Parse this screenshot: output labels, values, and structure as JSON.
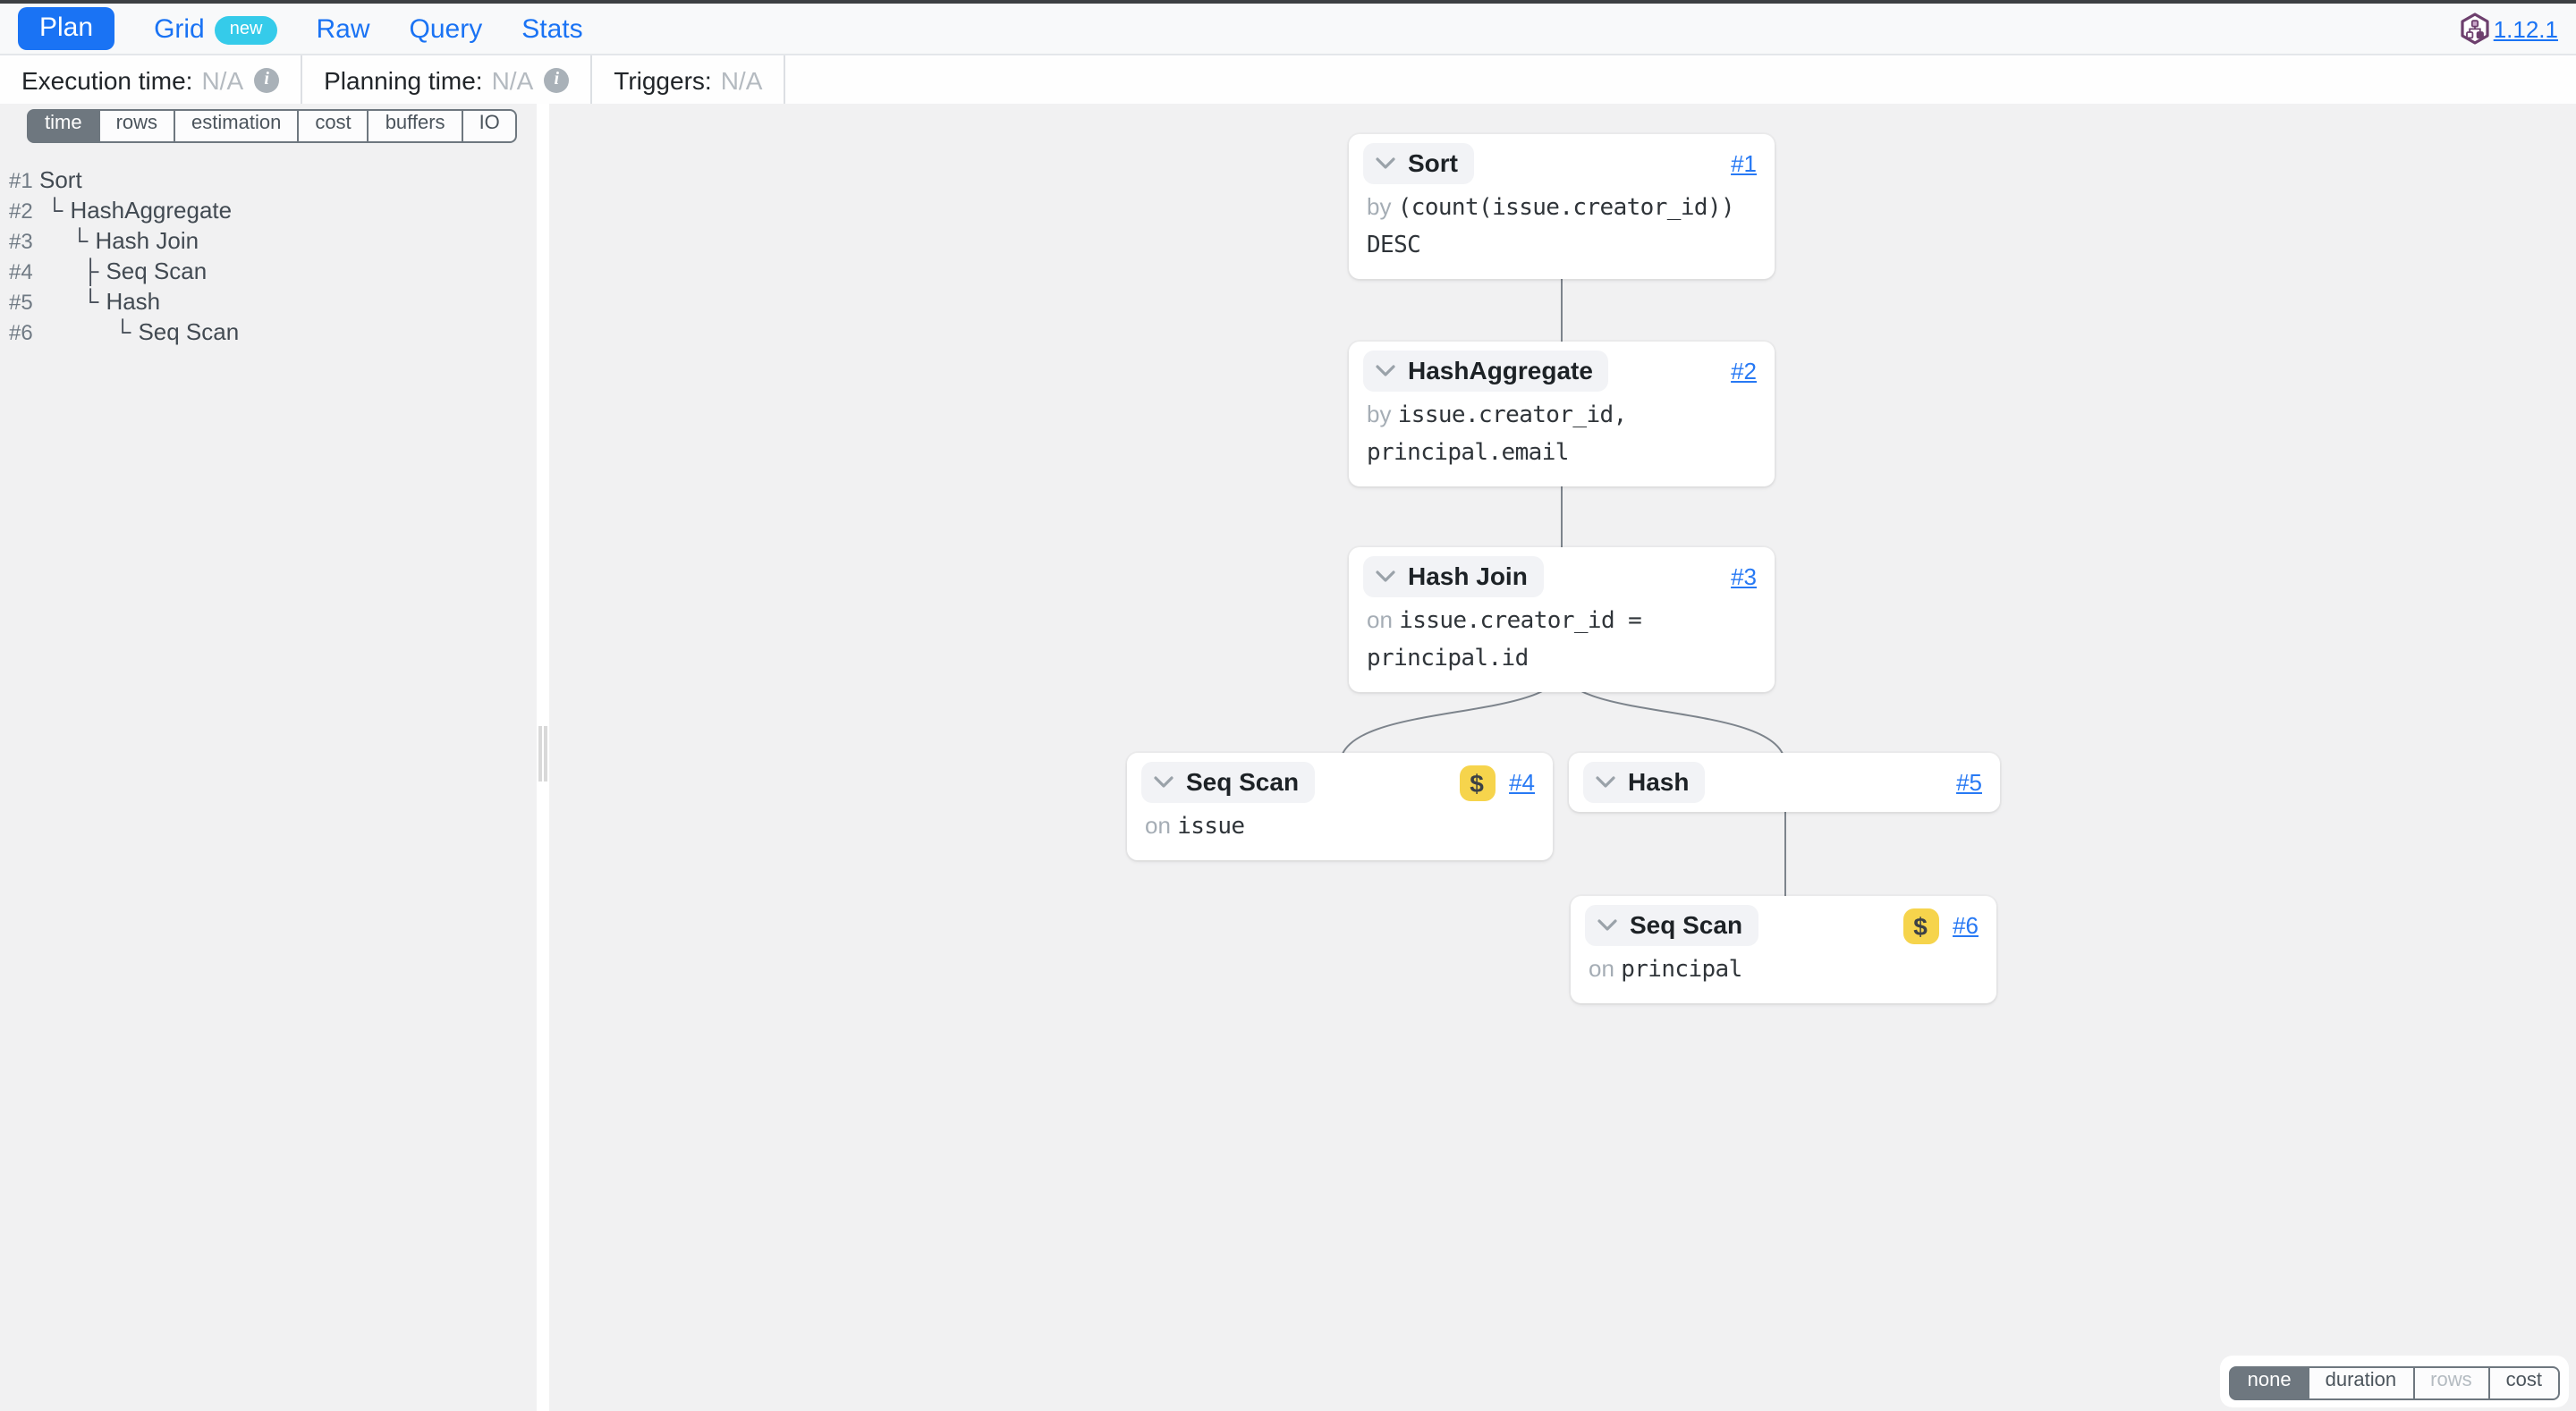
{
  "navbar": {
    "tabs": [
      {
        "label": "Plan"
      },
      {
        "label": "Grid",
        "badge": "new"
      },
      {
        "label": "Raw"
      },
      {
        "label": "Query"
      },
      {
        "label": "Stats"
      }
    ],
    "version": "1.12.1"
  },
  "statusbar": {
    "execution": {
      "label": "Execution time:",
      "value": "N/A"
    },
    "planning": {
      "label": "Planning time:",
      "value": "N/A"
    },
    "triggers": {
      "label": "Triggers:",
      "value": "N/A"
    }
  },
  "icons": {
    "info": "i",
    "dollar": "$",
    "chevron": "chevron-down",
    "logo": "pev2-hexagon-tree"
  },
  "sidebar": {
    "metrics": [
      {
        "label": "time",
        "selected": true
      },
      {
        "label": "rows"
      },
      {
        "label": "estimation"
      },
      {
        "label": "cost"
      },
      {
        "label": "buffers"
      },
      {
        "label": "IO"
      }
    ],
    "tree": [
      {
        "num": "#1",
        "connector": "",
        "name": "Sort"
      },
      {
        "num": "#2",
        "connector": "└",
        "name": "HashAggregate"
      },
      {
        "num": "#3",
        "connector": "└",
        "name": "Hash Join"
      },
      {
        "num": "#4",
        "connector": "├",
        "name": "Seq Scan"
      },
      {
        "num": "#5",
        "connector": "└",
        "name": "Hash"
      },
      {
        "num": "#6",
        "connector": "└",
        "name": "Seq Scan"
      }
    ]
  },
  "diagram": {
    "nodes": [
      {
        "ref": "#1",
        "title": "Sort",
        "prefix": "by",
        "detail": "(count(issue.creator_id)) DESC"
      },
      {
        "ref": "#2",
        "title": "HashAggregate",
        "prefix": "by",
        "detail": "issue.creator_id, principal.email"
      },
      {
        "ref": "#3",
        "title": "Hash Join",
        "prefix": "on",
        "detail": "issue.creator_id = principal.id"
      },
      {
        "ref": "#4",
        "title": "Seq Scan",
        "prefix": "on",
        "detail": "issue",
        "costliest": true
      },
      {
        "ref": "#5",
        "title": "Hash"
      },
      {
        "ref": "#6",
        "title": "Seq Scan",
        "prefix": "on",
        "detail": "principal",
        "costliest": true
      }
    ]
  },
  "viz_toggle": {
    "options": [
      {
        "label": "none",
        "selected": true
      },
      {
        "label": "duration"
      },
      {
        "label": "rows",
        "disabled": true
      },
      {
        "label": "cost"
      }
    ]
  },
  "colors": {
    "accent_blue": "#1a73f4",
    "badge_cyan": "#35cbea",
    "selected_gray": "#6e777f",
    "dollar_yellow": "#f6d44c",
    "logo_purple": "#6d3f6d",
    "canvas_gray": "#f1f1f2"
  }
}
